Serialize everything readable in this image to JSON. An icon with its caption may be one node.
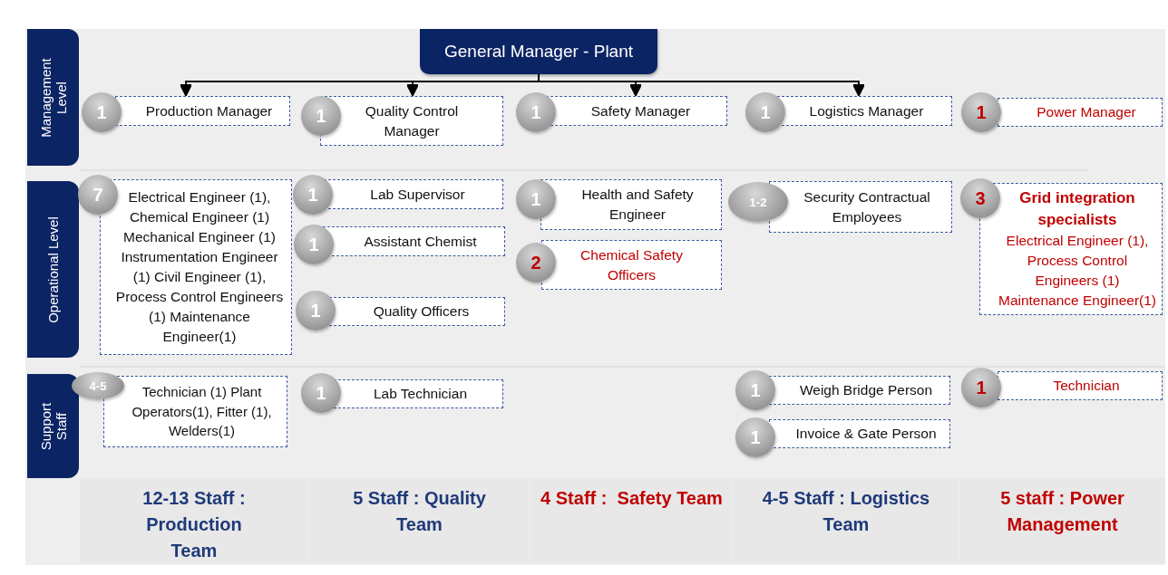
{
  "diagram": {
    "nodes": [
      {
        "text": [
          "General Manager - Plant"
        ]
      },
      {
        "text": [
          "Management Level"
        ]
      },
      {
        "text": [
          "Operational Level"
        ]
      },
      {
        "text": [
          "Support Staff"
        ]
      },
      {
        "text": [
          "1",
          "Production Manager"
        ]
      },
      {
        "text": [
          "1",
          "Quality Control Manager"
        ]
      },
      {
        "text": [
          "1",
          "Safety Manager"
        ]
      },
      {
        "text": [
          "1",
          "Logistics Manager"
        ]
      },
      {
        "text": [
          "1",
          "Power Manager"
        ]
      },
      {
        "text": [
          "7",
          "Electrical Engineer (1), Chemical Engineer (1) Mechanical Engineer (1) Instrumentation Engineer (1) Civil Engineer (1), Process Control Engineers (1) Maintenance Engineer(1)"
        ]
      },
      {
        "text": [
          "1",
          "Lab Supervisor"
        ]
      },
      {
        "text": [
          "1",
          "Assistant Chemist"
        ]
      },
      {
        "text": [
          "1",
          "Quality Officers"
        ]
      },
      {
        "text": [
          "1",
          "Health and Safety Engineer"
        ]
      },
      {
        "text": [
          "2",
          "Chemical Safety Officers"
        ]
      },
      {
        "text": [
          "1-2",
          "Security Contractual Employees"
        ]
      },
      {
        "text": [
          "3",
          "Grid integration specialists",
          "Electrical Engineer (1), Process Control Engineers (1) Maintenance Engineer(1)"
        ]
      },
      {
        "text": [
          "4-5",
          "Technician (1) Plant Operators(1), Fitter (1), Welders(1)"
        ]
      },
      {
        "text": [
          "1",
          "Lab Technician"
        ]
      },
      {
        "text": [
          "1",
          "Weigh Bridge Person"
        ]
      },
      {
        "text": [
          "1",
          "Invoice & Gate Person"
        ]
      },
      {
        "text": [
          "1",
          "Technician"
        ]
      },
      {
        "text": [
          "12-13 Staff : Production Team"
        ]
      },
      {
        "text": [
          "5 Staff : Quality Team"
        ]
      },
      {
        "text": [
          "4 Staff :  Safety Team"
        ]
      },
      {
        "text": [
          "4-5 Staff : Logistics Team"
        ]
      },
      {
        "text": [
          "5 staff : Power Management"
        ]
      }
    ],
    "edges": [
      {
        "from": 0,
        "to": 4,
        "arrow": "to"
      },
      {
        "from": 0,
        "to": 5,
        "arrow": "to"
      },
      {
        "from": 0,
        "to": 6,
        "arrow": "to"
      },
      {
        "from": 0,
        "to": 7,
        "arrow": "to"
      }
    ]
  }
}
